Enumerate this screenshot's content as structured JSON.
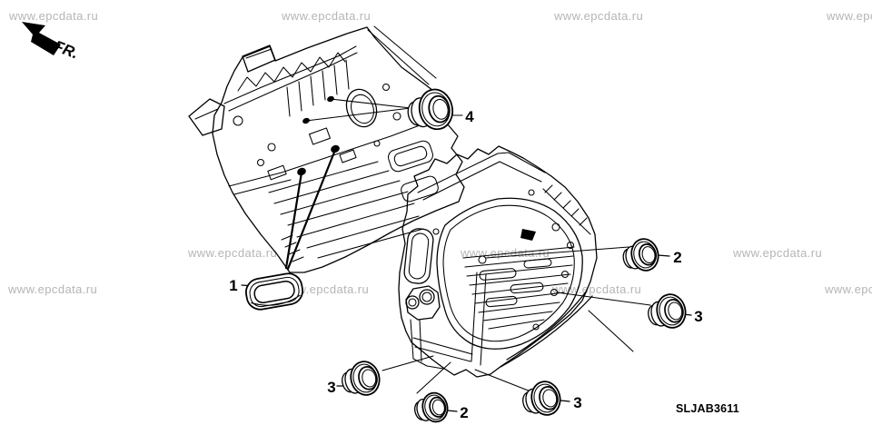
{
  "page": {
    "background": "#ffffff"
  },
  "colors": {
    "line": "#000000",
    "watermark": "#b5b5b5",
    "label": "#000000"
  },
  "watermarks": {
    "text": "www.epcdata.ru"
  },
  "orientation": {
    "label": "FR."
  },
  "diagram": {
    "code": "SLJAB3611",
    "callouts": {
      "one": {
        "label": "1"
      },
      "two": {
        "label": "2"
      },
      "three": {
        "label": "3"
      },
      "four": {
        "label": "4"
      }
    }
  }
}
